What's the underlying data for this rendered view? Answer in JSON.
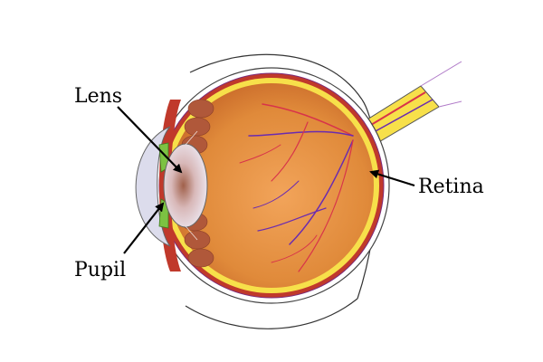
{
  "labels": {
    "lens": "Lens",
    "pupil": "Pupil",
    "retina": "Retina"
  },
  "colors": {
    "vitreous": "#e08a3a",
    "choroid": "#c0392b",
    "sclera": "#ffffff",
    "retina": "#f7e04a",
    "vessel_red": "#d8334a",
    "vessel_purple": "#6a2bb0",
    "iris": "#7cc242",
    "lens": "#d9d4e6",
    "cornea": "#dcdcec",
    "optic_nerve": "#f7e04a",
    "arrow": "#000000"
  }
}
